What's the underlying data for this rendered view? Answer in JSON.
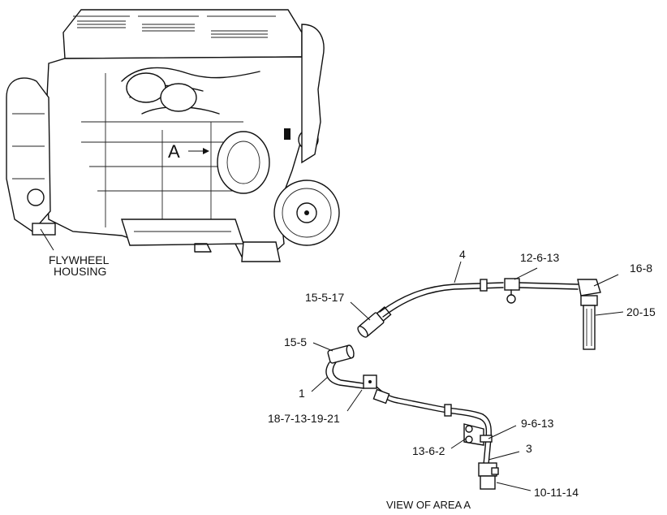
{
  "labels": {
    "flywheel_housing_1": "FLYWHEEL",
    "flywheel_housing_2": "HOUSING",
    "area_marker": "A",
    "view_caption": "VIEW OF AREA  A"
  },
  "callouts": {
    "c4": "4",
    "c12_6_13": "12-6-13",
    "c16_8": "16-8",
    "c15_5_17": "15-5-17",
    "c20_15": "20-15",
    "c15_5": "15-5",
    "c1": "1",
    "c18_7_13_19_21": "18-7-13-19-21",
    "c9_6_13": "9-6-13",
    "c13_6_2": "13-6-2",
    "c3": "3",
    "c10_11_14": "10-11-14"
  }
}
